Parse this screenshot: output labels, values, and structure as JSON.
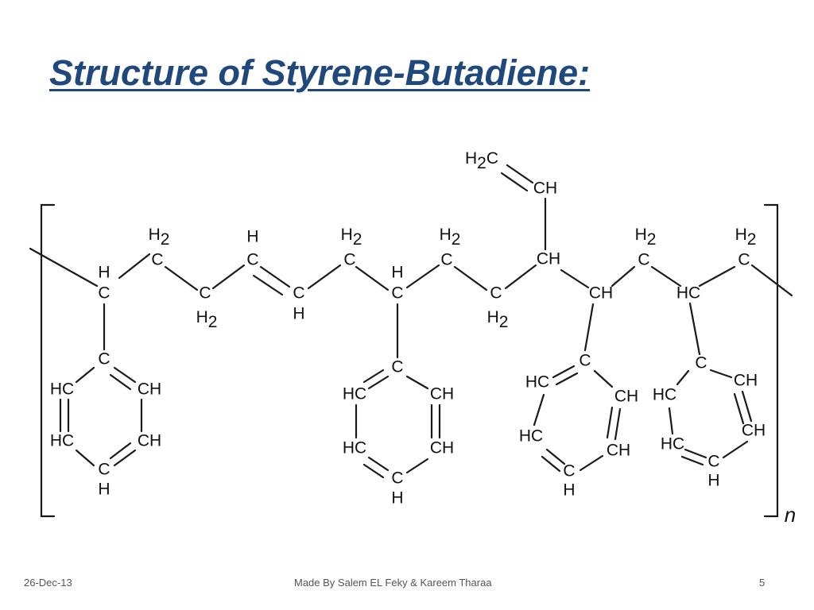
{
  "slide": {
    "title": "Structure of Styrene-Butadiene:",
    "footer": {
      "date": "26-Dec-13",
      "credit": "Made By Salem EL Feky & Kareem Tharaa",
      "page_number": "5"
    }
  },
  "diagram": {
    "repeat_label": "n",
    "labels": {
      "vinyl_ch2": "H2C",
      "vinyl_ch": "CH",
      "chain_1": "C",
      "chain_1_h": "H",
      "chain_2": "C",
      "chain_2_h2": "H2",
      "chain_3": "C",
      "chain_3_h2": "H2",
      "chain_4": "C",
      "chain_4_h": "H",
      "chain_5": "C",
      "chain_5_h": "H",
      "chain_6": "C",
      "chain_6_h2": "H2",
      "chain_7": "C",
      "chain_7_h": "H",
      "chain_8": "C",
      "chain_8_h2": "H2",
      "chain_9": "C",
      "chain_9_h2": "H2",
      "chain_10": "CH",
      "chain_11": "CH",
      "chain_12": "C",
      "chain_12_h2": "H2",
      "chain_13": "HC",
      "chain_14": "C",
      "chain_14_h2": "H2",
      "ring1_c1": "C",
      "ring1_c2": "CH",
      "ring1_c3": "CH",
      "ring1_c4": "C",
      "ring1_c4_h": "H",
      "ring1_c5": "HC",
      "ring1_c6": "HC",
      "ring2_c1": "C",
      "ring2_c2": "CH",
      "ring2_c3": "CH",
      "ring2_c4": "C",
      "ring2_c4_h": "H",
      "ring2_c5": "HC",
      "ring2_c6": "HC",
      "ring3_c1": "C",
      "ring3_c2": "CH",
      "ring3_c3": "CH",
      "ring3_c4": "C",
      "ring3_c4_h": "H",
      "ring3_c5": "HC",
      "ring3_c6": "HC",
      "ring4_c1": "C",
      "ring4_c2": "CH",
      "ring4_c3": "CH",
      "ring4_c4": "C",
      "ring4_c4_h": "H",
      "ring4_c5": "HC",
      "ring4_c6": "HC"
    }
  }
}
